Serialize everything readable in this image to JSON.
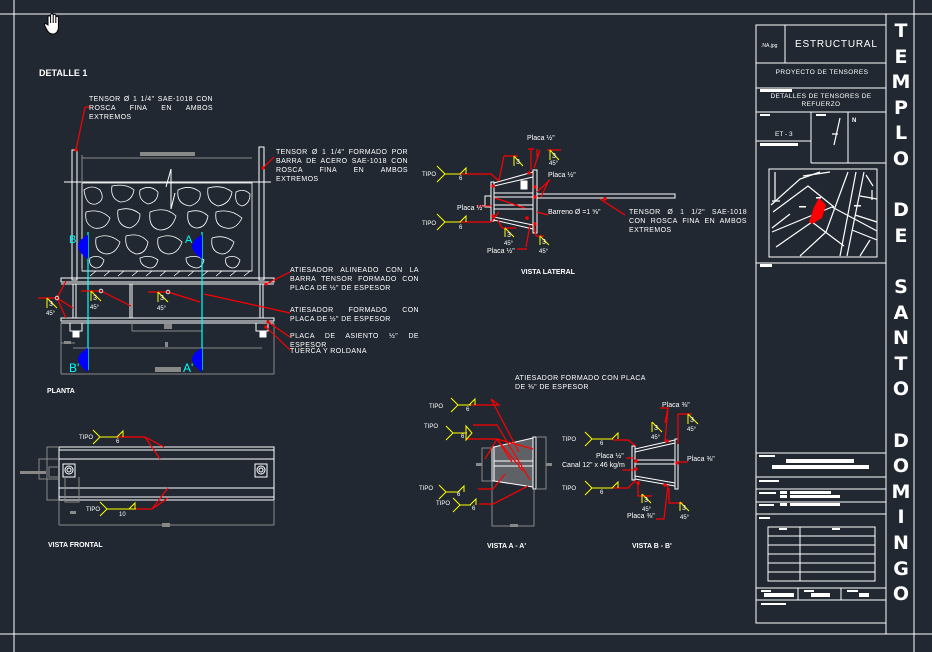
{
  "app": {
    "type": "CAD drawing viewer",
    "cursor": "pan-hand-icon"
  },
  "drawing": {
    "detail_title": "DETALLE 1",
    "notes": {
      "tensor_top": "TENSOR Ø 1 1/4\" SAE-1018 CON ROSCA FINA EN AMBOS EXTREMOS",
      "tensor_formado": "TENSOR Ø 1 1/4\" FORMADO POR BARRA DE ACERO SAE-1018 CON ROSCA FINA EN AMBOS EXTREMOS",
      "atiesador_alineado": "ATIESADOR ALINEADO CON LA BARRA TENSOR FORMADO CON PLACA DE ½\" DE ESPESOR",
      "atiesador_formado": "ATIESADOR FORMADO CON PLACA DE ½\" DE ESPESOR",
      "placa_asiento": "PLACA DE ASIENTO ½\" DE ESPESOR",
      "tuerca": "TUERCA Y ROLDANA",
      "tensor_lateral": "TENSOR Ø 1 1/2\" SAE-1018 CON ROSCA FINA EN AMBOS EXTREMOS",
      "atiesador_aa": "ATIESADOR FORMADO CON PLACA DE ⅜\" DE ESPESOR",
      "canal": "Canal 12\" x 46 kg/m",
      "barreno": "Barreno Ø =1 ⅝\""
    },
    "section_marks": {
      "a": "A",
      "b": "B",
      "a_prime": "A'",
      "b_prime": "B'"
    },
    "weld": {
      "tipo": "TIPO",
      "size_6": "6",
      "size_10": "10",
      "size_3": "3",
      "angle": "45°"
    },
    "placa_labels": {
      "half": "Placa ½\"",
      "three_eighths": "Placa ⅜\""
    },
    "view_titles": {
      "planta": "PLANTA",
      "vista_frontal": "VISTA FRONTAL",
      "vista_lateral": "VISTA LATERAL",
      "vista_aa": "VISTA A - A'",
      "vista_bb": "VISTA B - B'"
    }
  },
  "title_block": {
    "logo_text": ".NA.jpg",
    "discipline": "ESTRUCTURAL",
    "project": "PROYECTO DE TENSORES",
    "sheet_description": "DETALLES DE TENSORES DE REFUERZO",
    "sheet_number": "ET - 3",
    "north_label": "N",
    "vertical_title": [
      "T",
      "E",
      "M",
      "P",
      "L",
      "O",
      "",
      "D",
      "E",
      "",
      "S",
      "A",
      "N",
      "T",
      "O",
      "",
      "D",
      "O",
      "M",
      "I",
      "N",
      "G",
      "O"
    ],
    "site_plan_highlight_color": "#ff0000"
  },
  "colors": {
    "background": "#222831",
    "lines": "#ffffff",
    "leaders": "#ff0000",
    "welds": "#ffff00",
    "section_cut": "#00ffff",
    "section_fill": "#0000ff",
    "dimension": "#808080"
  }
}
